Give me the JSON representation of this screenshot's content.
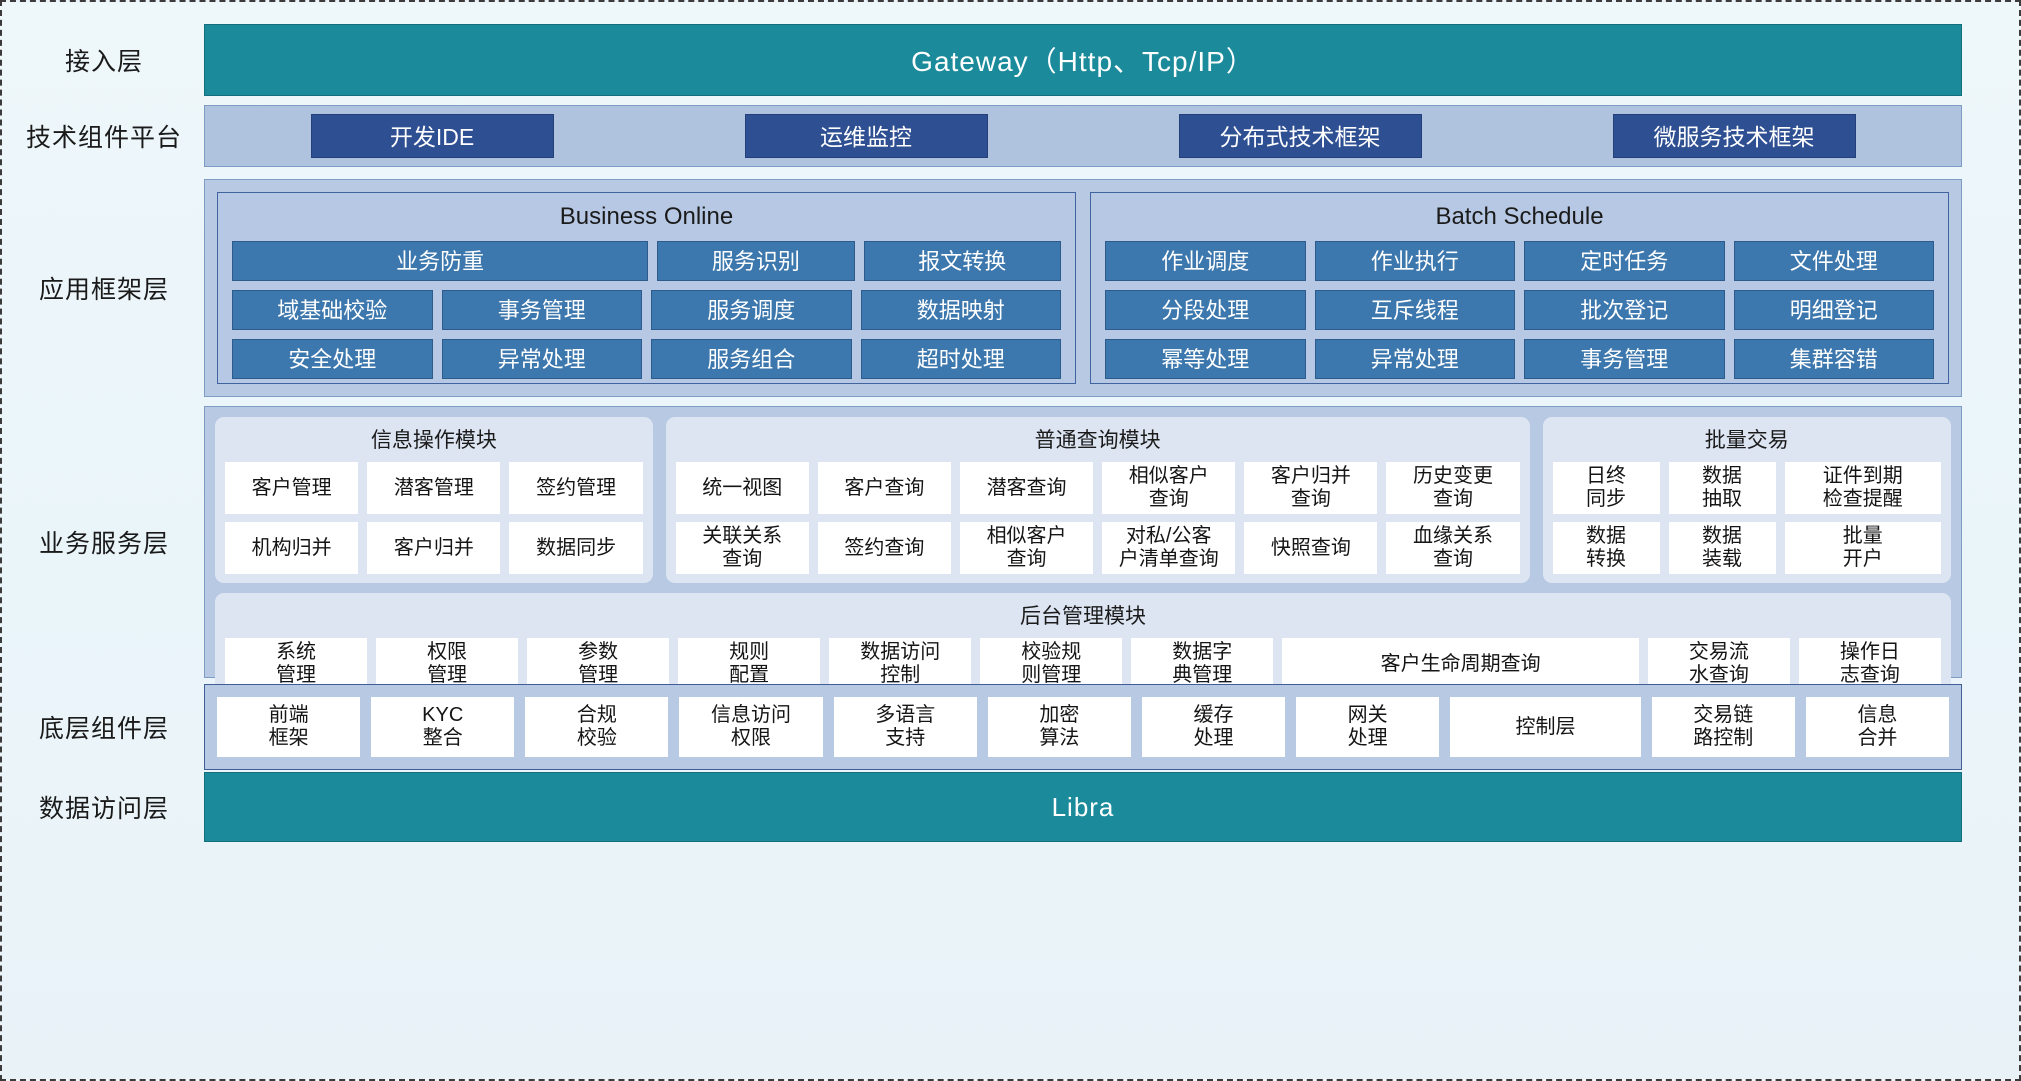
{
  "layers": [
    {
      "label": "接入层",
      "gateway": "Gateway（Http、Tcp/IP）"
    },
    {
      "label": "技术组件平台",
      "chips": [
        "开发IDE",
        "运维监控",
        "分布式技术框架",
        "微服务技术框架"
      ]
    },
    {
      "label": "应用框架层",
      "panels": [
        {
          "title": "Business Online",
          "rows": [
            [
              {
                "text": "业务防重",
                "span": 2
              },
              {
                "text": "服务识别",
                "span": 1
              },
              {
                "text": "报文转换",
                "span": 1
              }
            ],
            [
              {
                "text": "域基础校验",
                "span": 1
              },
              {
                "text": "事务管理",
                "span": 1
              },
              {
                "text": "服务调度",
                "span": 1
              },
              {
                "text": "数据映射",
                "span": 1
              }
            ],
            [
              {
                "text": "安全处理",
                "span": 1
              },
              {
                "text": "异常处理",
                "span": 1
              },
              {
                "text": "服务组合",
                "span": 1
              },
              {
                "text": "超时处理",
                "span": 1
              }
            ]
          ]
        },
        {
          "title": "Batch Schedule",
          "rows": [
            [
              {
                "text": "作业调度",
                "span": 1
              },
              {
                "text": "作业执行",
                "span": 1
              },
              {
                "text": "定时任务",
                "span": 1
              },
              {
                "text": "文件处理",
                "span": 1
              }
            ],
            [
              {
                "text": "分段处理",
                "span": 1
              },
              {
                "text": "互斥线程",
                "span": 1
              },
              {
                "text": "批次登记",
                "span": 1
              },
              {
                "text": "明细登记",
                "span": 1
              }
            ],
            [
              {
                "text": "幂等处理",
                "span": 1
              },
              {
                "text": "异常处理",
                "span": 1
              },
              {
                "text": "事务管理",
                "span": 1
              },
              {
                "text": "集群容错",
                "span": 1
              }
            ]
          ]
        }
      ]
    },
    {
      "label": "业务服务层",
      "modules_top": [
        {
          "title": "信息操作模块",
          "rows": [
            [
              "客户管理",
              "潜客管理",
              "签约管理"
            ],
            [
              "机构归并",
              "客户归并",
              "数据同步"
            ]
          ]
        },
        {
          "title": "普通查询模块",
          "rows": [
            [
              "统一视图",
              "客户查询",
              "潜客查询",
              "相似客户\n查询",
              "客户归并\n查询",
              "历史变更\n查询"
            ],
            [
              "关联关系\n查询",
              "签约查询",
              "相似客户\n查询",
              "对私/公客\n户清单查询",
              "快照查询",
              "血缘关系\n查询"
            ]
          ]
        },
        {
          "title": "批量交易",
          "rows": [
            [
              "日终\n同步",
              "数据\n抽取",
              "证件到期\n检查提醒"
            ],
            [
              "数据\n转换",
              "数据\n装载",
              "批量\n开户"
            ]
          ]
        }
      ],
      "module_bottom": {
        "title": "后台管理模块",
        "cells": [
          {
            "text": "系统\n管理",
            "wide": false
          },
          {
            "text": "权限\n管理",
            "wide": false
          },
          {
            "text": "参数\n管理",
            "wide": false
          },
          {
            "text": "规则\n配置",
            "wide": false
          },
          {
            "text": "数据访问\n控制",
            "wide": false
          },
          {
            "text": "校验规\n则管理",
            "wide": false
          },
          {
            "text": "数据字\n典管理",
            "wide": false
          },
          {
            "text": "客户生命周期查询",
            "wide": true
          },
          {
            "text": "交易流\n水查询",
            "wide": false
          },
          {
            "text": "操作日\n志查询",
            "wide": false
          }
        ]
      }
    },
    {
      "label": "底层组件层",
      "cells": [
        {
          "text": "前端\n框架",
          "wide": false
        },
        {
          "text": "KYC\n整合",
          "wide": false
        },
        {
          "text": "合规\n校验",
          "wide": false
        },
        {
          "text": "信息访问\n权限",
          "wide": false
        },
        {
          "text": "多语言\n支持",
          "wide": false
        },
        {
          "text": "加密\n算法",
          "wide": false
        },
        {
          "text": "缓存\n处理",
          "wide": false
        },
        {
          "text": "网关\n处理",
          "wide": false
        },
        {
          "text": "控制层",
          "wide": true
        },
        {
          "text": "交易链\n路控制",
          "wide": false
        },
        {
          "text": "信息\n合并",
          "wide": false
        }
      ]
    },
    {
      "label": "数据访问层",
      "title": "Libra"
    }
  ],
  "colors": {
    "teal": "#1b8a9b",
    "navy_chip": "#2e4f92",
    "blue_chip": "#3c77ad",
    "band": "#b8c9e3",
    "module": "#dde5f3",
    "cell": "#ffffff"
  }
}
